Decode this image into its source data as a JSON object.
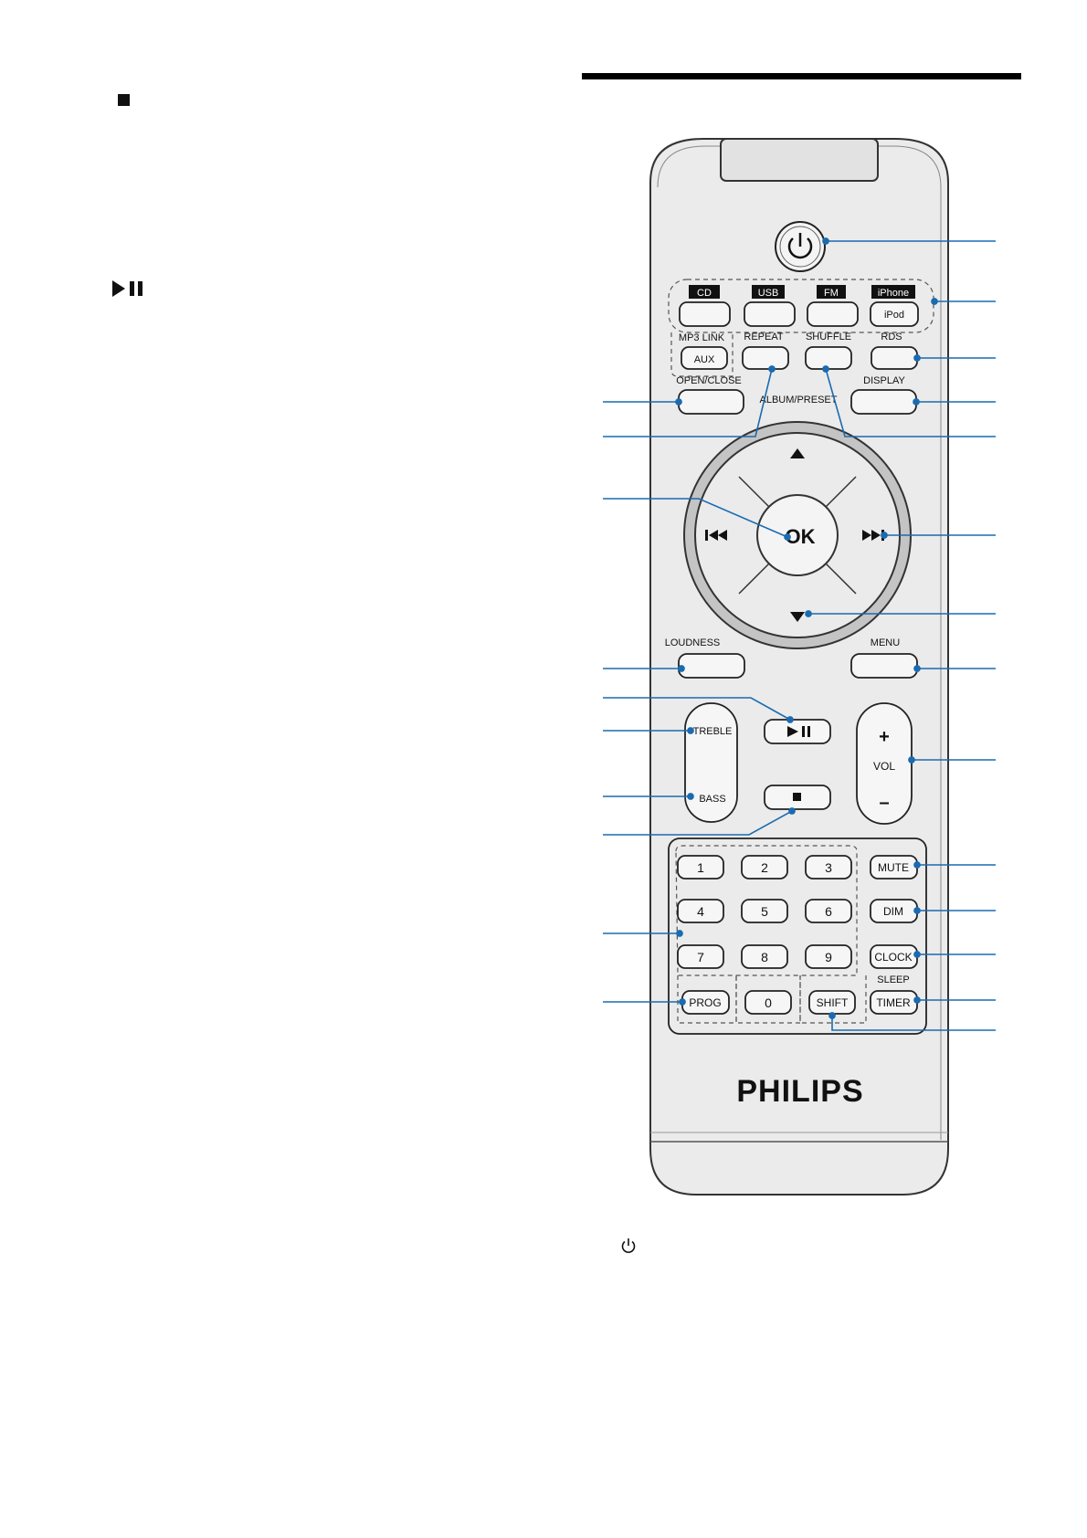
{
  "colors": {
    "callout": "#1a6bb0",
    "remote_body": "#ebebeb",
    "ring": "#c4c4c4",
    "ink": "#111111"
  },
  "icons": [
    "stop-icon",
    "play-pause-icon",
    "power-icon"
  ],
  "remote": {
    "source_tabs": [
      "CD",
      "USB",
      "FM",
      "iPhone"
    ],
    "ipod_label": "iPod",
    "mp3_link_label": "MP3  LINK",
    "aux_label": "AUX",
    "repeat_label": "REPEAT",
    "shuffle_label": "SHUFFLE",
    "rds_label": "RDS",
    "open_close_label": "OPEN/CLOSE",
    "display_label": "DISPLAY",
    "album_preset_label": "ALBUM/PRESET",
    "ok_label": "OK",
    "loudness_label": "LOUDNESS",
    "menu_label": "MENU",
    "treble_label": "TREBLE",
    "bass_label": "BASS",
    "vol_label": "VOL",
    "vol_plus": "+",
    "vol_minus": "–",
    "keypad": [
      "1",
      "2",
      "3",
      "4",
      "5",
      "6",
      "7",
      "8",
      "9"
    ],
    "zero_label": "0",
    "prog_label": "PROG",
    "shift_label": "SHIFT",
    "mute_label": "MUTE",
    "dim_label": "DIM",
    "clock_label": "CLOCK",
    "sleep_label": "SLEEP",
    "timer_label": "TIMER",
    "brand": "PHILIPS"
  }
}
